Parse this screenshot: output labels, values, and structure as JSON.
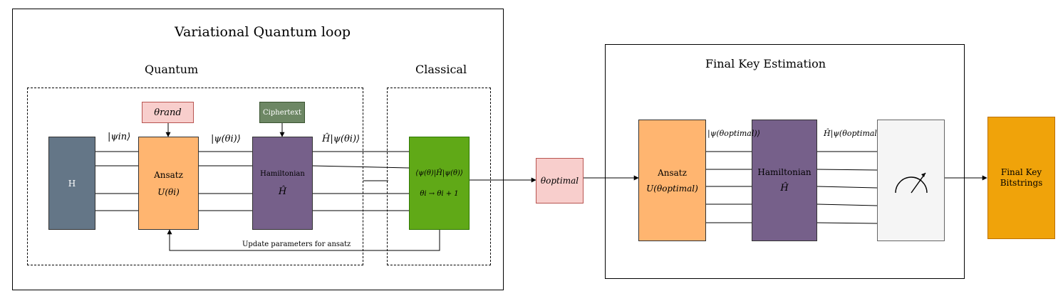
{
  "loop": {
    "title": "Variational Quantum loop",
    "quantum_label": "Quantum",
    "classical_label": "Classical"
  },
  "blocks": {
    "h": "H",
    "theta_rand": "θrand",
    "ciphertext": "Ciphertext",
    "ansatz_title": "Ansatz",
    "ansatz_formula": "U(θi)",
    "hamiltonian_title": "Hamiltonian",
    "hamiltonian_symbol": "Ĥ",
    "expectation": "⟨ψ(θ)|Ĥ|ψ(θ)⟩",
    "update_rule": "θi → θi + 1",
    "theta_optimal": "θoptimal"
  },
  "wire_labels": {
    "psi_in": "|ψin⟩",
    "psi_theta": "|ψ(θi)⟩",
    "h_psi_theta": "Ĥ|ψ(θi)⟩"
  },
  "feedback_label": "Update parameters for ansatz",
  "final": {
    "title": "Final Key Estimation",
    "ansatz_title": "Ansatz",
    "ansatz_formula": "U(θoptimal)",
    "hamiltonian_title": "Hamiltonian",
    "hamiltonian_symbol": "Ĥ",
    "psi_optimal": "|ψ(θoptimal)⟩",
    "h_psi_optimal": "Ĥ|ψ(θoptimal)⟩",
    "output_label": "Final Key Bitstrings"
  },
  "colors": {
    "h_box": "#647687",
    "theta_rand": "#f8cecc",
    "ciphertext": "#6d8764",
    "ansatz": "#ffb570",
    "hamiltonian": "#76608a",
    "classical": "#60a917",
    "measure": "#f5f5f5",
    "output": "#f0a30a"
  },
  "icons": {
    "measurement": "meter-icon"
  }
}
